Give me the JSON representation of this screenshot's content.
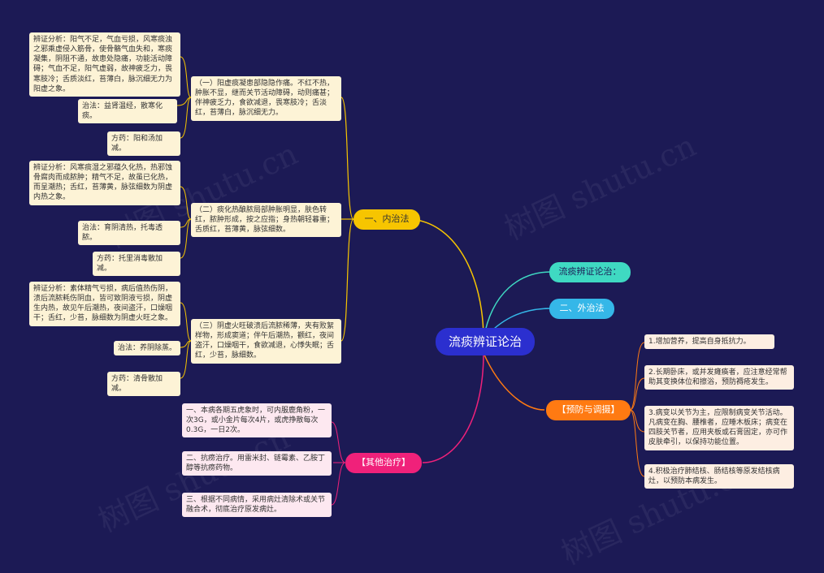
{
  "root": "流痰辨证论治",
  "branches": {
    "internal": "一、内治法",
    "analysis": "流痰辨证论治：",
    "external": "二、外治法",
    "prevent": "【预防与调摄】",
    "other": "【其他治疗】"
  },
  "internal": {
    "g1": {
      "desc": "（一）阳虚痰凝患部隐隐作痛。不红不热，肿胀不显，继而关节活动障碍，动则痛甚；伴神疲乏力，食欲减退，畏寒肢冷；舌淡红，苔薄白，脉沉细无力。",
      "analysis": "辨证分析：阳气不足，气血亏损，风寒痰浊之邪乘虚侵入筋骨，使骨骼气血失和，寒痰凝集，阴阻不通，故患处隐痛，功能活动障碍；气血不足，阳气虚弱，故神疲乏力，畏寒肢冷；舌质淡红，苔薄白，脉沉细无力为阳虚之象。",
      "method": "治法：益肾温经，散寒化痰。",
      "formula": "方药：阳和汤加减。"
    },
    "g2": {
      "desc": "（二）痰化热酿脓局部肿胀明显，肤色转红，脓肿形成，按之应指；身热朝轻暮重；舌质红，苔薄黄，脉弦细数。",
      "analysis": "辨证分析：风寒痰湿之邪蕴久化热，热邪蚀骨腐肉而成脓肿；精气不足，故虽已化热，而呈潮热；舌红，苔薄黄，脉弦细数为阴虚内热之象。",
      "method": "治法：育阴清热，托毒透脓。",
      "formula": "方药：托里消毒散加减。"
    },
    "g3": {
      "desc": "（三）阴虚火旺破溃后流脓稀薄，夹有败絮样物，形成窦道；伴午后潮热，颧红，夜间盗汗，口燥咽干，食欲减退，心悸失眠；舌红，少苔，脉细数。",
      "analysis": "辨证分析：素体精气亏损，病后值热伤阴，溃后流脓耗伤阴血，皆可致阴液亏损，阴虚生内热，故见午后潮热，夜间盗汗，口燥咽干；舌红，少苔，脉细数为阴虚火旺之象。",
      "method": "治法：养阴除蒸。",
      "formula": "方药：清骨散加减。"
    }
  },
  "prevent_items": [
    "1.增加营养，提高自身抵抗力。",
    "2.长期卧床，或并发瘫痪者，应注意经常帮助其变换体位和擦浴，预防褥疮发生。",
    "3.病变以关节为主，应限制病变关节活动。凡病变在胸、腰椎者，应睡木板床；病变在四肢关节者，应用夹板或石膏固定，亦可作皮肤牵引，以保持功能位置。",
    "4.积极治疗肺结核、肠结核等原发结核病灶，以预防本病发生。"
  ],
  "other_items": [
    "一、本病各期五虎象时，可内服鹿角粉，一次3G，或小金片每次4片，或虎挣散每次0.3G，一日2次。",
    "二、抗痨治疗。用雷米封、链霉素、乙胺丁醇等抗痨药物。",
    "三、根据不同病情，采用病灶清除术或关节融合术，彻底治疗原发病灶。"
  ],
  "watermark": "树图 shutu.cn",
  "colors": {
    "background": "#1c1a55",
    "root": "#2b2fcf",
    "internal": "#f7c500",
    "analysis": "#3fd9c2",
    "external": "#35b7e8",
    "prevent": "#ff7a12",
    "other": "#f0217a"
  }
}
